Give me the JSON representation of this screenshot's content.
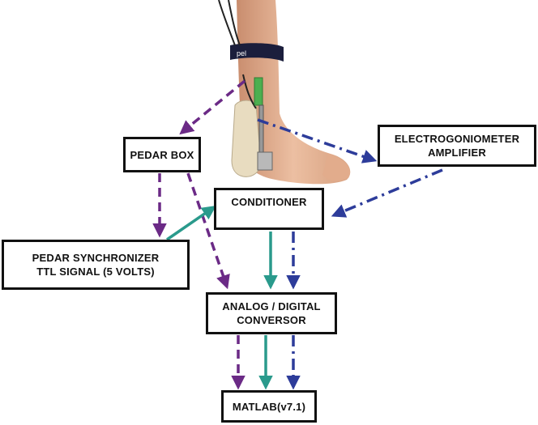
{
  "diagram": {
    "nodes": {
      "pedar_box": "PEDAR BOX",
      "electrogoniometer": [
        "ELECTROGONIOMETER",
        "AMPLIFIER"
      ],
      "conditioner": "CONDITIONER",
      "pedar_synchronizer": [
        "PEDAR SYNCHRONIZER",
        "TTL SIGNAL (5 VOLTS)"
      ],
      "ad_converter": [
        "ANALOG / DIGITAL",
        "CONVERSOR"
      ],
      "matlab": "MATLAB(v7.1)"
    },
    "colors": {
      "pedar_line": "#6b2a86",
      "goniometer_line": "#2d3c9a",
      "sync_line": "#2a9a8c",
      "box_border": "#111111",
      "skin": "#e9b596",
      "strap": "#1b1e3c",
      "sensor": "#4caf50"
    }
  }
}
